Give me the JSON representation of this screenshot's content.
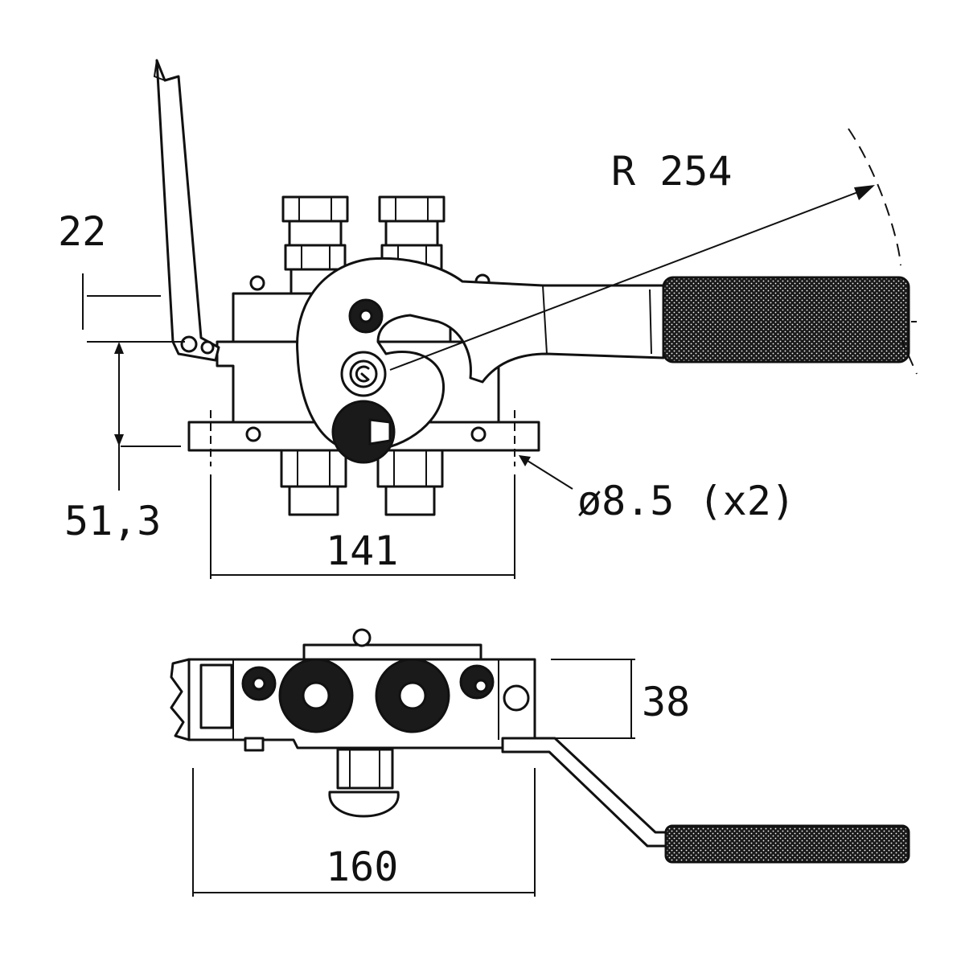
{
  "dimensions": {
    "radius": "R 254",
    "height_22": "22",
    "height_51_3": "51,3",
    "hole_spec": "ø8.5 (x2)",
    "width_141": "141",
    "depth_38": "38",
    "width_160": "160"
  }
}
